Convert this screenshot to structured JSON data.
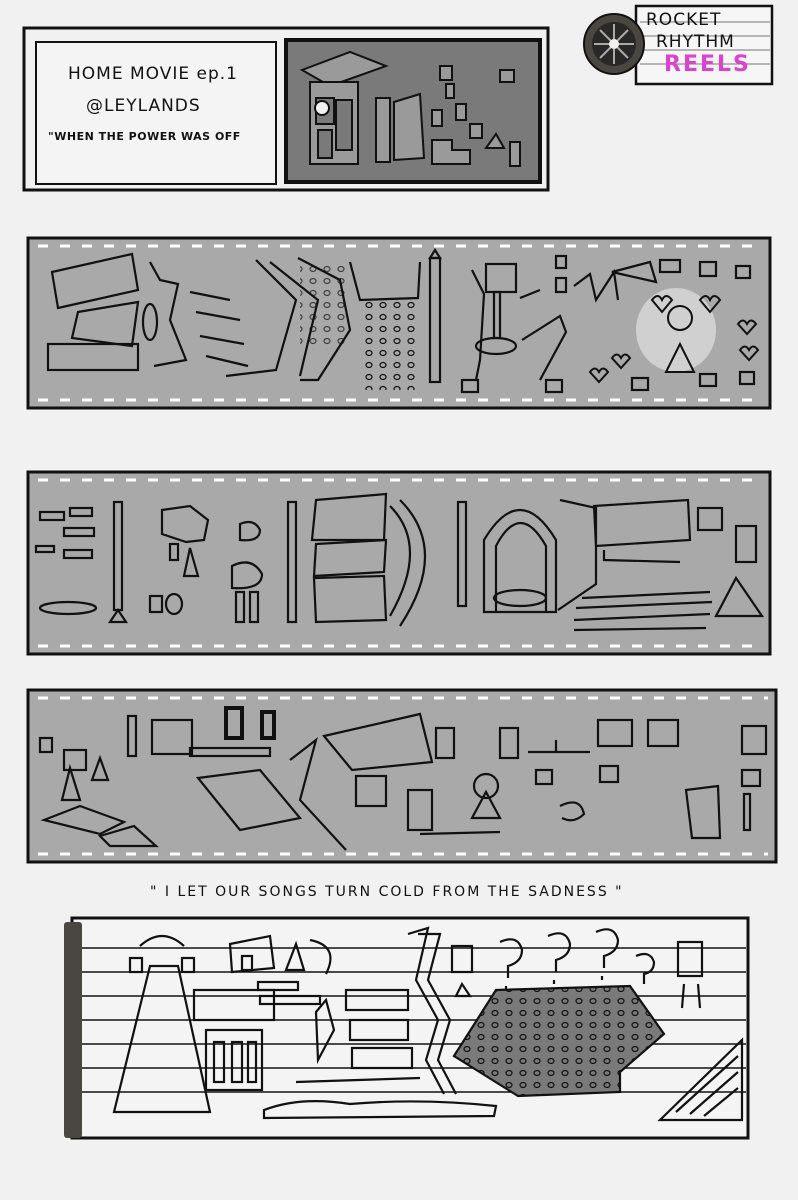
{
  "title_card": {
    "line1": "HOME MOVIE ep.1",
    "line2": "@LEYLANDS",
    "line3": "\"WHEN THE POWER WAS OFF"
  },
  "logo": {
    "line1": "ROCKET",
    "line2": "RHYTHM",
    "line3": "REELS",
    "accent": "#e040d0"
  },
  "caption": "\" I LET OUR SONGS TURN COLD FROM THE SADNESS \"",
  "colors": {
    "paper": "#f1f1f1",
    "film": "#a9a9a9",
    "ink": "#111111",
    "dark_bar": "#4a4642",
    "screen": "#7a7a7a"
  }
}
